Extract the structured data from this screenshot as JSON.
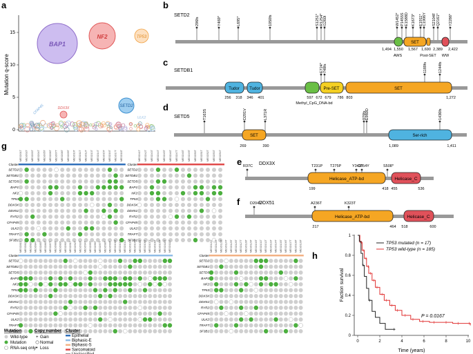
{
  "panels": {
    "a": "a",
    "b": "b",
    "c": "c",
    "d": "d",
    "e": "e",
    "f": "f",
    "g": "g",
    "h": "h"
  },
  "panel_a": {
    "ylabel": "Mutation q-score",
    "yticks": [
      "0",
      "5",
      "10",
      "15"
    ],
    "bubbles": [
      {
        "label": "BAP1",
        "color": "#8e6cc9",
        "fill": "#cdbdf0"
      },
      {
        "label": "NF2",
        "color": "#e05555",
        "fill": "#f6b4b4"
      },
      {
        "label": "TP53",
        "color": "#f0a040",
        "fill": "#fde0c0"
      },
      {
        "label": "SETD2",
        "color": "#3a8fd0",
        "fill": "#9fcef0"
      },
      {
        "label": "DDX3X",
        "color": "#e05555",
        "fill": "#f6b4b4"
      },
      {
        "label": "CFAP45",
        "color": "#6fa8dc",
        "fill": "#cfe2f3"
      },
      {
        "label": "ULK2",
        "color": "#9fc5e8",
        "fill": "#e6f0fa"
      },
      {
        "label": "SETDB1",
        "color": "#cccccc",
        "fill": "#eeeeee"
      }
    ]
  },
  "panel_b": {
    "gene": "SETD2",
    "mutations": [
      "296fs",
      "Y469*",
      "L695*",
      "1050fs",
      "S1251*",
      "R1254*",
      "I1260I",
      "W1452*",
      "P1455S",
      "E1588D",
      "K1673*",
      "E1911*",
      "C1906Y",
      "S2104F",
      "Q2161*",
      "Y2286*"
    ],
    "domains": [
      {
        "label": "AWS",
        "color": "#6abf45"
      },
      {
        "label": "SET",
        "color": "#f5a623"
      },
      {
        "label": "Post-SET",
        "color": "#f5a623"
      },
      {
        "label": "WW",
        "color": "#e0515a"
      }
    ],
    "positions": [
      "1,494",
      "1,550",
      "1,567",
      "1,690",
      "2,389",
      "2,422"
    ]
  },
  "panel_c": {
    "gene": "SETDB1",
    "mutations": [
      "E724*",
      "748fs",
      "1189fs",
      "1244fs"
    ],
    "domains": [
      {
        "label": "Tudor",
        "color": "#4fb3e0"
      },
      {
        "label": "Tudor",
        "color": "#4fb3e0"
      },
      {
        "label": "",
        "color": "#6abf45"
      },
      {
        "label": "Pre-SET",
        "color": "#f5d022"
      },
      {
        "label": "SET",
        "color": "#f5a623"
      }
    ],
    "positions": [
      "256",
      "318",
      "346",
      "401",
      "597",
      "672",
      "679",
      "786",
      "803",
      "1,272"
    ],
    "annot": "Methyl_CpG_DNA-bd"
  },
  "panel_d": {
    "gene": "SETD5",
    "mutations": [
      "T163S",
      "D291V",
      "L371R",
      "979fs",
      "E980D",
      "1436fs"
    ],
    "domains": [
      {
        "label": "SET",
        "color": "#f5a623"
      },
      {
        "label": "Ser-rich",
        "color": "#4fb3e0"
      }
    ],
    "positions": [
      "269",
      "390",
      "1,089",
      "1,411"
    ]
  },
  "panel_e": {
    "gene": "DDX3X",
    "mutations": [
      "R37C",
      "T231P",
      "T275P",
      "Y343*",
      "D354Y",
      "S508*"
    ],
    "domains": [
      {
        "label": "Helicase_ATP-bd",
        "color": "#f5a623"
      },
      {
        "label": "Helicase_C",
        "color": "#e0515a"
      }
    ],
    "positions": [
      "199",
      "418",
      "455",
      "536"
    ]
  },
  "panel_f": {
    "gene": "DDX51",
    "mutations": [
      "D204V",
      "A236T",
      "K323T"
    ],
    "domains": [
      {
        "label": "Helicase_ATP-bd",
        "color": "#f5a623"
      },
      {
        "label": "Helicase_C",
        "color": "#e0515a"
      }
    ],
    "positions": [
      "217",
      "464",
      "518",
      "600"
    ]
  },
  "panel_g": {
    "cluster_label": "Cluster",
    "genes": [
      "SETD2",
      "SETDB1",
      "SETD5",
      "BAP1",
      "NF2",
      "TP53",
      "DDX3X",
      "DDX51",
      "RYR2",
      "CFAP45",
      "ULK2",
      "TRAF7",
      "SF3B1"
    ],
    "legend": {
      "mutation_title": "Mutation",
      "mutation_items": [
        "Wild-type",
        "Mutation",
        "RNA-seq only"
      ],
      "cn_title": "Copy number",
      "cn_items": [
        "Gain",
        "Normal",
        "Loss"
      ],
      "cluster_title": "Cluster",
      "cluster_items": [
        {
          "label": "Epithelial",
          "color": "#2f6fba"
        },
        {
          "label": "Biphasic-E",
          "color": "#8fbce6"
        },
        {
          "label": "Biphasic-S",
          "color": "#f3b183"
        },
        {
          "label": "Sarcomatoid",
          "color": "#e04a4a"
        },
        {
          "label": "Unclassified",
          "color": "#777777"
        }
      ]
    },
    "colors": {
      "wild": "#cfcfcf",
      "mut": "#4caf3f",
      "ring": "#bbbbbb"
    }
  },
  "panel_h": {
    "ylabel": "Faction survival",
    "xlabel": "Time (years)",
    "yticks": [
      "0",
      "0.2",
      "0.4",
      "0.6",
      "0.8",
      "1"
    ],
    "xticks": [
      "0",
      "2",
      "4",
      "6",
      "8",
      "10"
    ],
    "legend": [
      {
        "label": "TP53 mutated (n = 17)",
        "color": "#222222"
      },
      {
        "label": "TP53 wild-type (n = 185)",
        "color": "#e03030"
      }
    ],
    "pvalue": "P = 0.0167"
  }
}
